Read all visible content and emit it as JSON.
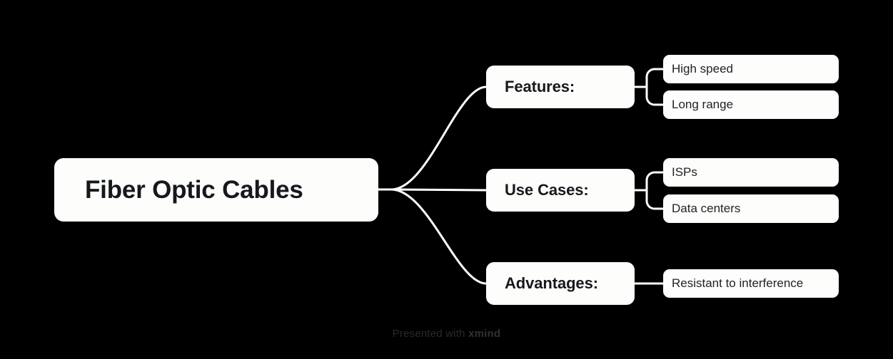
{
  "canvas": {
    "background": "#000000",
    "node_fill": "#fdfdfb",
    "node_text": "#16191c",
    "link_color": "#ffffff"
  },
  "mindmap": {
    "root": {
      "label": "Fiber Optic Cables"
    },
    "branches": [
      {
        "label": "Features:",
        "children": [
          {
            "label": "High speed"
          },
          {
            "label": "Long range"
          }
        ]
      },
      {
        "label": "Use Cases:",
        "children": [
          {
            "label": "ISPs"
          },
          {
            "label": "Data centers"
          }
        ]
      },
      {
        "label": "Advantages:",
        "children": [
          {
            "label": "Resistant to interference"
          }
        ]
      }
    ]
  },
  "footer": {
    "prefix": "Presented with ",
    "brand": "xmind"
  }
}
